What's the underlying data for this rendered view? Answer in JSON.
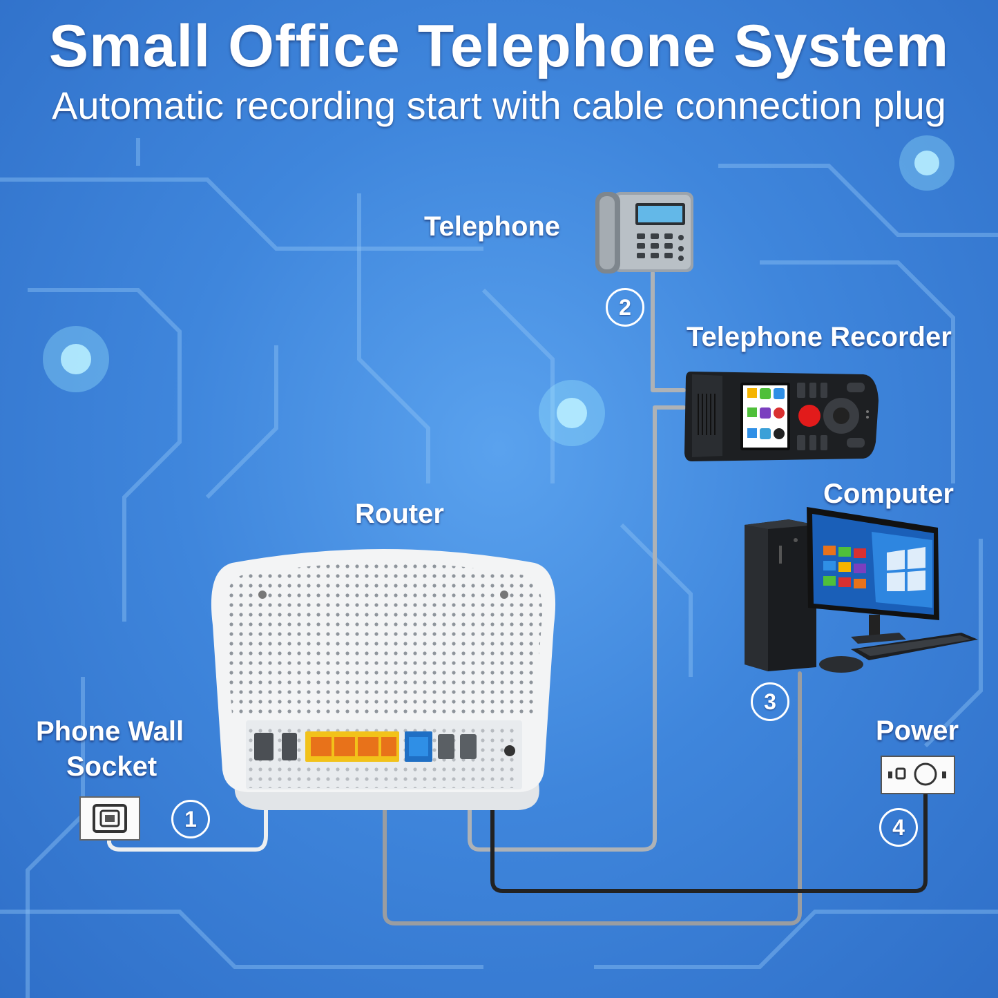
{
  "title": "Small Office Telephone System",
  "subtitle": "Automatic recording start with cable connection plug",
  "labels": {
    "telephone": "Telephone",
    "recorder": "Telephone Recorder",
    "router": "Router",
    "computer": "Computer",
    "wall_socket_line1": "Phone Wall",
    "wall_socket_line2": "Socket",
    "power": "Power"
  },
  "steps": [
    "1",
    "2",
    "3",
    "4"
  ],
  "colors": {
    "background": "#3f86dc",
    "wire_light": "#e9ecef",
    "wire_gray": "#9a9da1",
    "wire_black": "#222222",
    "record_button": "#e21b1b"
  },
  "icons": [
    "telephone-icon",
    "recorder-device-icon",
    "router-device-icon",
    "computer-icon",
    "wall-socket-icon",
    "power-outlet-icon"
  ]
}
